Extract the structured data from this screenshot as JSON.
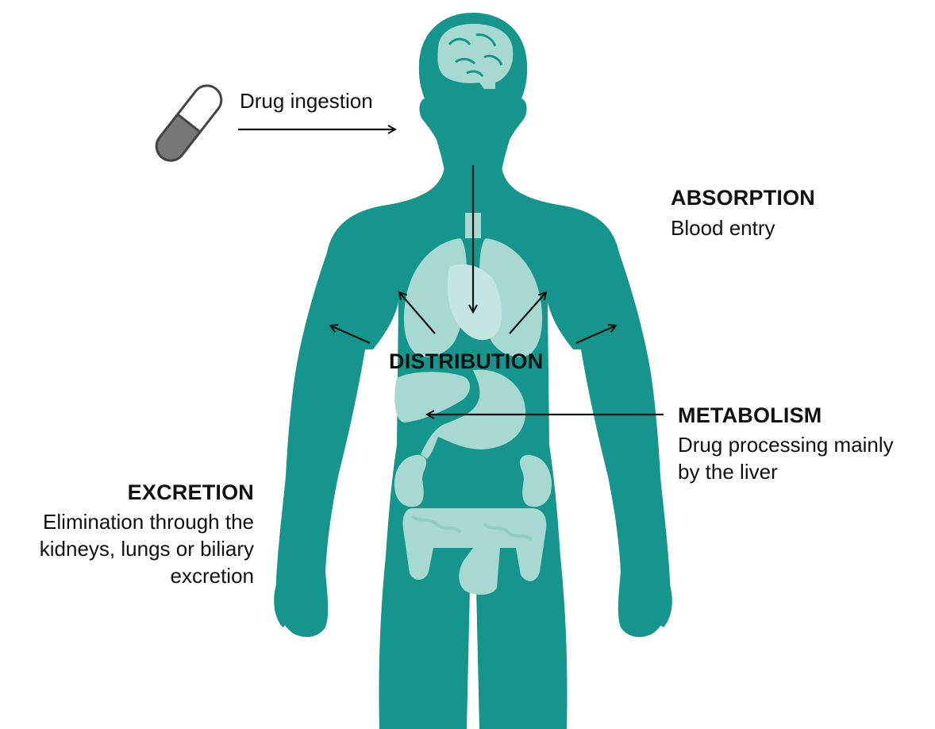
{
  "ingestion": {
    "label": "Drug ingestion"
  },
  "absorption": {
    "title": "ABSORPTION",
    "desc": "Blood entry"
  },
  "distribution": {
    "title": "DISTRIBUTION"
  },
  "metabolism": {
    "title": "METABOLISM",
    "line1": "Drug processing mainly",
    "line2": "by the liver"
  },
  "excretion": {
    "title": "EXCRETION",
    "line1": "Elimination through the",
    "line2": "kidneys, lungs or biliary",
    "line3": "excretion"
  },
  "colors": {
    "body": "#15958b",
    "organ": "#a7d8d2",
    "organ_dark": "#8fcdc6",
    "capsule_dark": "#777777",
    "capsule_light": "#ffffff",
    "arrow": "#111111"
  },
  "icons": {
    "capsule": "capsule-icon",
    "brain": "brain-icon"
  }
}
